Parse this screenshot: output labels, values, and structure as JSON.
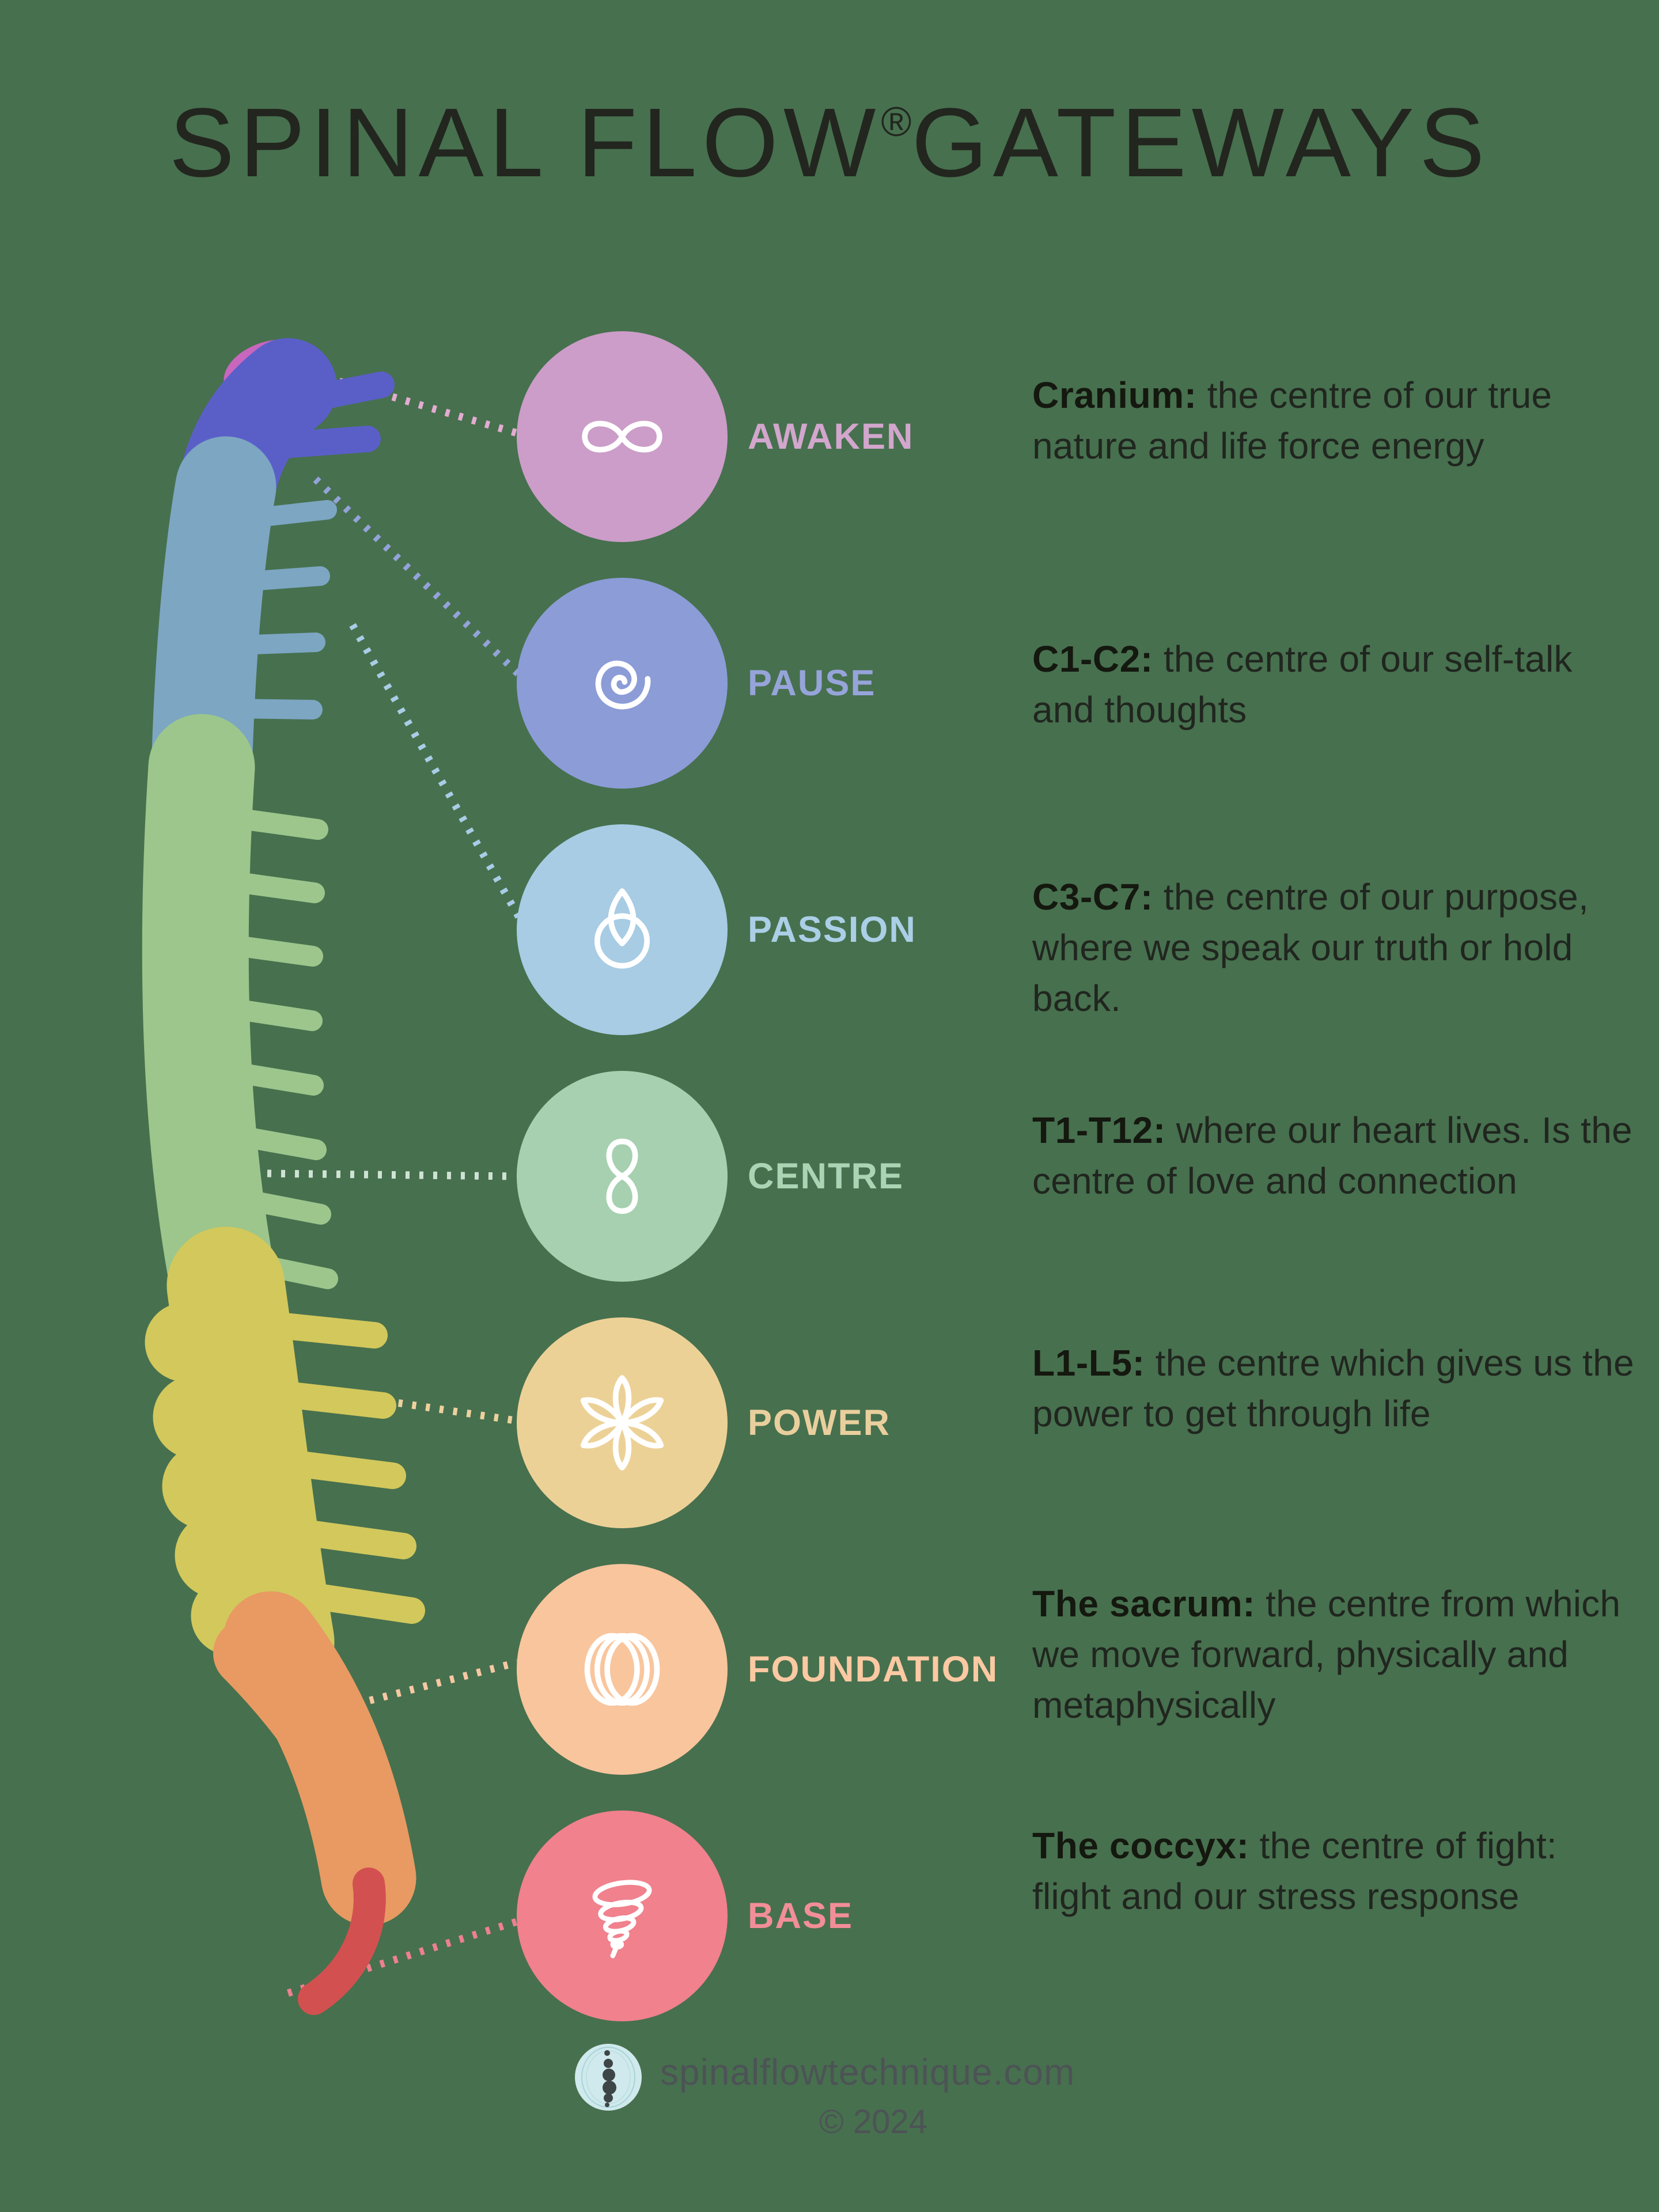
{
  "poster": {
    "title": {
      "main": "SPINAL FLOW",
      "registered": "®",
      "suffix": "GATEWAYS"
    },
    "background_color": "#47704e",
    "body_text_color": "#20261f"
  },
  "gateways": [
    {
      "label": "AWAKEN",
      "icon": "infinity-icon",
      "circle_color": "#cb9dc8",
      "label_color": "#d2a6cd",
      "connector_color": "#e3acd2",
      "lead": "Cranium:",
      "description": "the centre of our true nature and life force energy"
    },
    {
      "label": "PAUSE",
      "icon": "spiral-icon",
      "circle_color": "#8c9cd7",
      "label_color": "#96a4da",
      "connector_color": "#94a3da",
      "lead": "C1-C2:",
      "description": "the centre of our self-talk and thoughts"
    },
    {
      "label": "PASSION",
      "icon": "triquetra-icon",
      "circle_color": "#a7cce4",
      "label_color": "#abcfe6",
      "connector_color": "#a9cde6",
      "lead": "C3-C7:",
      "description": "the centre of our purpose, where we speak our truth or hold back."
    },
    {
      "label": "CENTRE",
      "icon": "figure-eight-icon",
      "circle_color": "#a6d0af",
      "label_color": "#aad4b4",
      "connector_color": "#cfe3d4",
      "lead": "T1-T12:",
      "description": "where our heart lives. Is the centre of love and connection"
    },
    {
      "label": "POWER",
      "icon": "lotus-flower-icon",
      "circle_color": "#ecd197",
      "label_color": "#e9cf9d",
      "connector_color": "#ecd29e",
      "lead": "L1-L5:",
      "description": "the centre which gives us the power to get through life"
    },
    {
      "label": "FOUNDATION",
      "icon": "overlapping-circles-icon",
      "circle_color": "#f9c59d",
      "label_color": "#fbc9a2",
      "connector_color": "#f8c8a4",
      "lead": "The sacrum:",
      "description": "the centre from which we move forward, physically and metaphysically"
    },
    {
      "label": "BASE",
      "icon": "tornado-icon",
      "circle_color": "#f0818d",
      "label_color": "#f28e97",
      "connector_color": "#ee8090",
      "lead": "The coccyx:",
      "description": "the centre of fight: flight and our stress response"
    }
  ],
  "spine": {
    "cranium_color": "#c966bd",
    "c1c2_color": "#5a5fc8",
    "c3c7_color": "#7ca6c2",
    "thoracic_color": "#9cc68c",
    "lumbar_color": "#d2c85c",
    "sacrum_color": "#e89a62",
    "coccyx_color": "#d35050"
  },
  "footer": {
    "website": "spinalflowtechnique.com",
    "copyright": "© 2024",
    "logo_color": "#cfe9ec",
    "logo_dot_color": "#3e4546"
  }
}
